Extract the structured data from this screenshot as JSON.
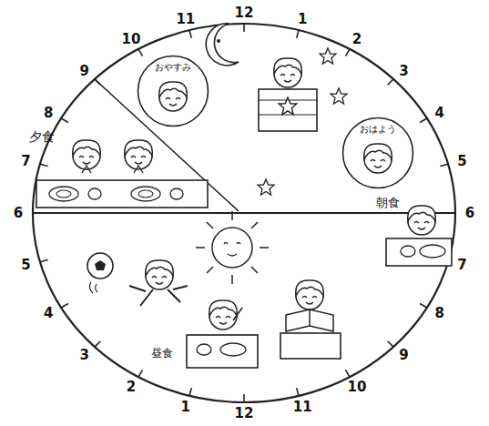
{
  "diagram": {
    "nodes": [
      {
        "text": [
          "おやすみ"
        ]
      },
      {
        "text": [
          "おはよう"
        ]
      }
    ],
    "labels": [
      "6",
      "7",
      "8",
      "9",
      "10",
      "11",
      "12",
      "1",
      "2",
      "3",
      "4",
      "5",
      "6",
      "7",
      "8",
      "9",
      "10",
      "11",
      "12",
      "1",
      "2",
      "3",
      "4",
      "5",
      "夕食",
      "朝食",
      "昼食"
    ]
  }
}
